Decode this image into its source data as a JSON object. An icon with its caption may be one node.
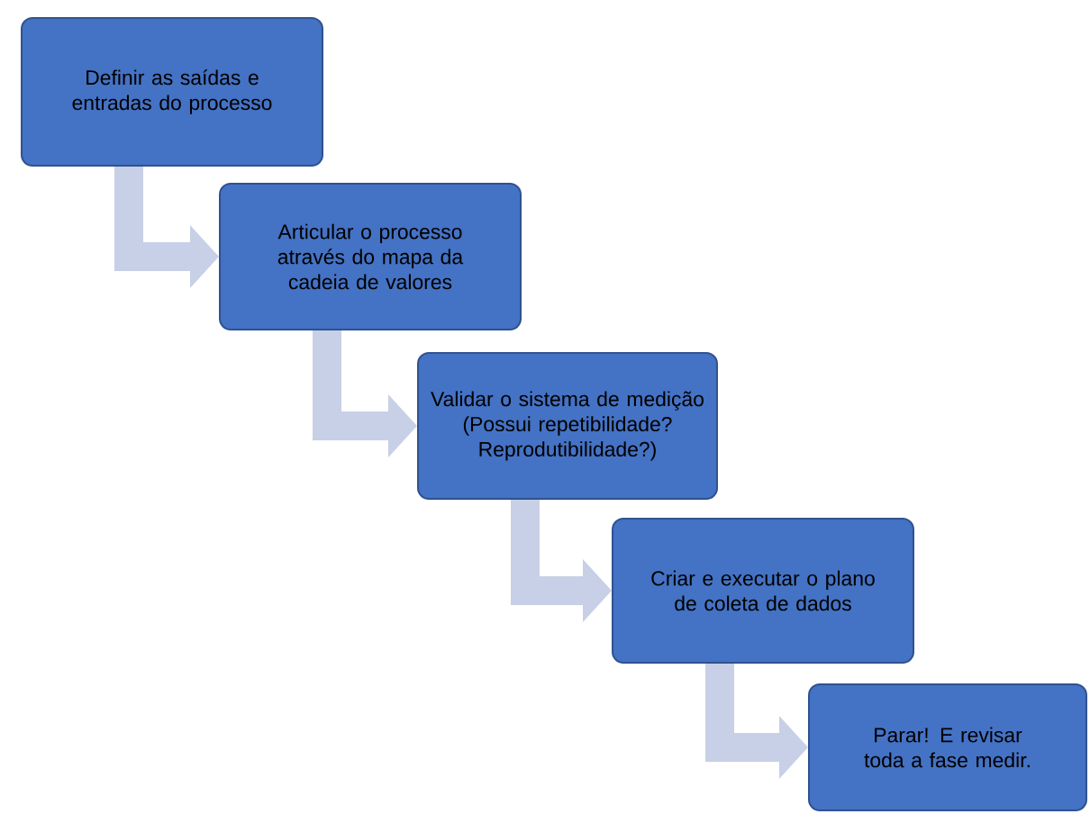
{
  "diagram": {
    "nodes": [
      {
        "text": [
          "Definir as saídas e entradas do processo"
        ]
      },
      {
        "text": [
          "Articular o processo através do mapa da cadeia de valores"
        ]
      },
      {
        "text": [
          "Validar o sistema de medição (Possui repetibilidade? Reprodutibilidade?)"
        ]
      },
      {
        "text": [
          "Criar e executar o plano de coleta de dados"
        ]
      },
      {
        "text": [
          "Parar! E revisar toda a fase medir."
        ]
      }
    ],
    "edges": [
      {
        "from": 0,
        "to": 1,
        "arrow": "to"
      },
      {
        "from": 1,
        "to": 2,
        "arrow": "to"
      },
      {
        "from": 2,
        "to": 3,
        "arrow": "to"
      },
      {
        "from": 3,
        "to": 4,
        "arrow": "to"
      }
    ]
  }
}
